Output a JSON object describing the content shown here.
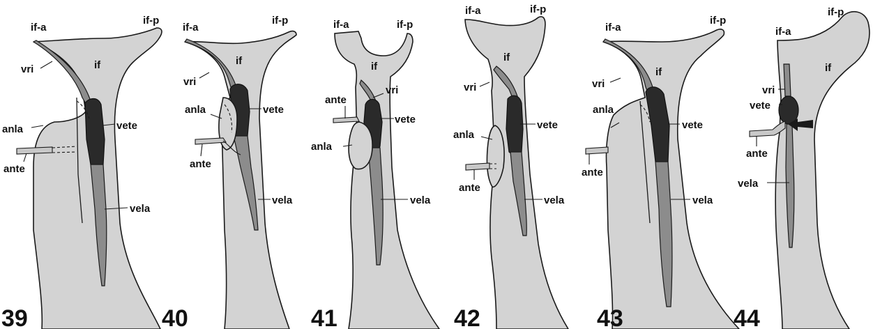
{
  "panels": [
    {
      "number": "39",
      "labels": {
        "if_a": "if-a",
        "if_p": "if-p",
        "if": "if",
        "vri": "vri",
        "anla": "anla",
        "vete": "vete",
        "ante": "ante",
        "vela": "vela"
      }
    },
    {
      "number": "40",
      "labels": {
        "if_a": "if-a",
        "if_p": "if-p",
        "if": "if",
        "vri": "vri",
        "anla": "anla",
        "vete": "vete",
        "ante": "ante",
        "vela": "vela"
      }
    },
    {
      "number": "41",
      "labels": {
        "if_a": "if-a",
        "if_p": "if-p",
        "if": "if",
        "vri": "vri",
        "anla": "anla",
        "vete": "vete",
        "ante": "ante",
        "vela": "vela"
      }
    },
    {
      "number": "42",
      "labels": {
        "if_a": "if-a",
        "if_p": "if-p",
        "if": "if",
        "vri": "vri",
        "anla": "anla",
        "vete": "vete",
        "ante": "ante",
        "vela": "vela"
      }
    },
    {
      "number": "43",
      "labels": {
        "if_a": "if-a",
        "if_p": "if-p",
        "if": "if",
        "vri": "vri",
        "anla": "anla",
        "vete": "vete",
        "ante": "ante",
        "vela": "vela"
      }
    },
    {
      "number": "44",
      "labels": {
        "if_a": "if-a",
        "if_p": "if-p",
        "if": "if",
        "vri": "vri",
        "anla": "",
        "vete": "vete",
        "ante": "ante",
        "vela": "vela"
      }
    }
  ],
  "colors": {
    "body_fill": "#d3d3d3",
    "vela_fill": "#8c8c8c",
    "vete_fill": "#2a2a2a",
    "outline": "#1a1a1a"
  },
  "icons": {
    "arrow": "arrow-left-icon"
  }
}
